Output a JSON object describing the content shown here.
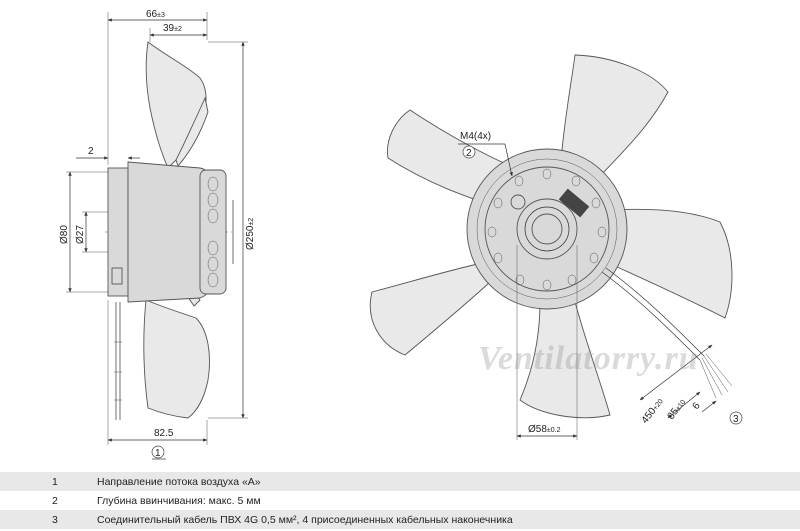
{
  "dimensions": {
    "overall_depth": "66",
    "overall_depth_tol": "±3",
    "hub_depth": "39",
    "hub_depth_tol": "±2",
    "flange_offset": "2",
    "diameter_80": "Ø80",
    "diameter_27": "Ø27",
    "diameter_250": "Ø250",
    "diameter_250_tol": "±2",
    "depth_825": "82.5",
    "thread": "M4(4x)",
    "bore": "Ø58",
    "bore_tol": "±0.2",
    "cable_len": "450",
    "cable_len_tol": "+20",
    "strip_len": "85",
    "strip_len_tol": "±10",
    "lug_len": "6"
  },
  "callouts": {
    "c1": "1",
    "c2": "2",
    "c3": "3"
  },
  "watermark": "Ventilatorry.ru",
  "legend": [
    {
      "num": "1",
      "text": "Направление потока воздуха «А»"
    },
    {
      "num": "2",
      "text": "Глубина ввинчивания: макс. 5 мм"
    },
    {
      "num": "3",
      "text": "Соединительный кабель ПВХ 4G 0,5 мм², 4 присоединенных кабельных наконечника"
    }
  ]
}
